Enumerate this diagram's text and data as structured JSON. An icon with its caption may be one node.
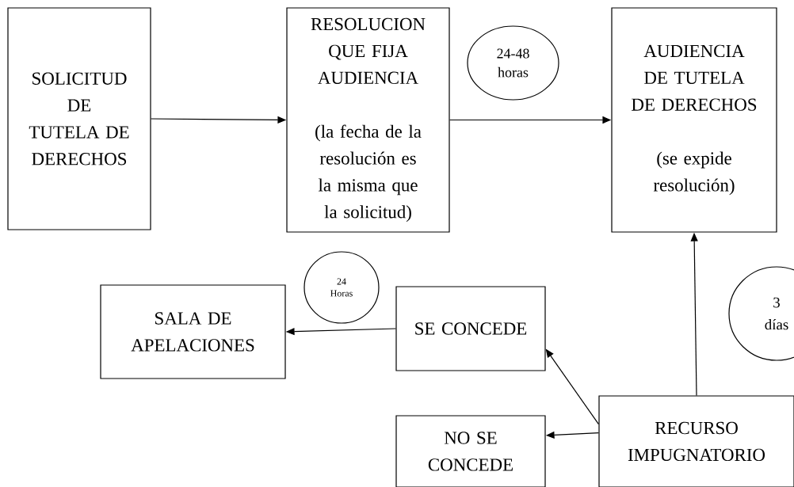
{
  "diagram": {
    "nodes": [
      {
        "text": [
          "SOLICITUD DE TUTELA DE DERECHOS"
        ]
      },
      {
        "text": [
          "RESOLUCION QUE FIJA AUDIENCIA",
          "(la fecha de la resolución es la misma que la solicitud)"
        ]
      },
      {
        "text": [
          "AUDIENCIA DE TUTELA DE DERECHOS",
          "(se expide resolución)"
        ]
      },
      {
        "text": [
          "24-48 horas"
        ]
      },
      {
        "text": [
          "SALA DE APELACIONES"
        ]
      },
      {
        "text": [
          "24 Horas"
        ]
      },
      {
        "text": [
          "SE CONCEDE"
        ]
      },
      {
        "text": [
          "3 días"
        ]
      },
      {
        "text": [
          "NO SE CONCEDE"
        ]
      },
      {
        "text": [
          "RECURSO IMPUGNATORIO"
        ]
      }
    ],
    "edges": [
      {
        "from": 0,
        "to": 1,
        "arrow": "to"
      },
      {
        "from": 1,
        "to": 2,
        "arrow": "to"
      },
      {
        "from": 6,
        "to": 4,
        "arrow": "to"
      },
      {
        "from": 9,
        "to": 6,
        "arrow": "to"
      },
      {
        "from": 9,
        "to": 8,
        "arrow": "to"
      },
      {
        "from": 9,
        "to": 2,
        "arrow": "to"
      }
    ]
  }
}
